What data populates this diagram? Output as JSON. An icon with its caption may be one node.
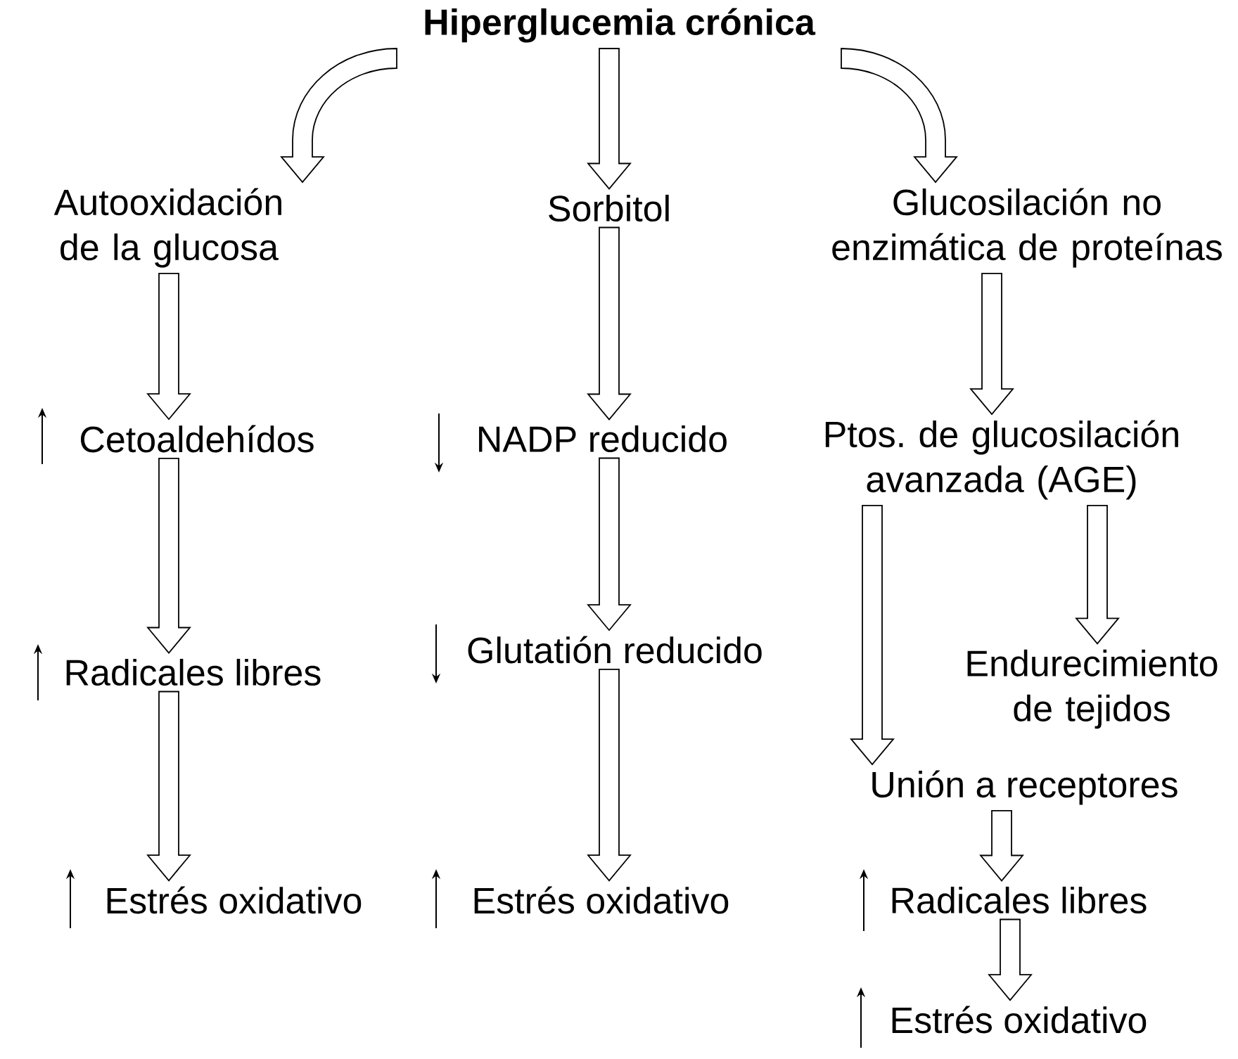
{
  "diagram": {
    "nodes": [
      {
        "text": [
          "Hiperglucemia crónica"
        ]
      },
      {
        "text": [
          "Autooxidación de la glucosa"
        ]
      },
      {
        "text": [
          "Sorbitol"
        ]
      },
      {
        "text": [
          "Glucosilación no enzimática de proteínas"
        ]
      },
      {
        "text": [
          "Cetoaldehídos"
        ]
      },
      {
        "text": [
          "NADP reducido"
        ]
      },
      {
        "text": [
          "Ptos. de glucosilación avanzada (AGE)"
        ]
      },
      {
        "text": [
          "Radicales libres"
        ]
      },
      {
        "text": [
          "Glutatión reducido"
        ]
      },
      {
        "text": [
          "Endurecimiento de tejidos"
        ]
      },
      {
        "text": [
          "Estrés oxidativo"
        ]
      },
      {
        "text": [
          "Estrés oxidativo"
        ]
      },
      {
        "text": [
          "Unión a receptores"
        ]
      },
      {
        "text": [
          "Radicales libres"
        ]
      },
      {
        "text": [
          "Estrés oxidativo"
        ]
      }
    ],
    "edges": [
      {
        "from": 0,
        "to": 1,
        "arrow": "to"
      },
      {
        "from": 0,
        "to": 2,
        "arrow": "to"
      },
      {
        "from": 0,
        "to": 3,
        "arrow": "to"
      },
      {
        "from": 1,
        "to": 4,
        "arrow": "to"
      },
      {
        "from": 4,
        "to": 7,
        "arrow": "to"
      },
      {
        "from": 7,
        "to": 10,
        "arrow": "to"
      },
      {
        "from": 2,
        "to": 5,
        "arrow": "to"
      },
      {
        "from": 5,
        "to": 8,
        "arrow": "to"
      },
      {
        "from": 8,
        "to": 11,
        "arrow": "to"
      },
      {
        "from": 3,
        "to": 6,
        "arrow": "to"
      },
      {
        "from": 6,
        "to": 12,
        "arrow": "to"
      },
      {
        "from": 6,
        "to": 9,
        "arrow": "to"
      },
      {
        "from": 12,
        "to": 13,
        "arrow": "to"
      },
      {
        "from": 13,
        "to": 14,
        "arrow": "to"
      }
    ]
  }
}
